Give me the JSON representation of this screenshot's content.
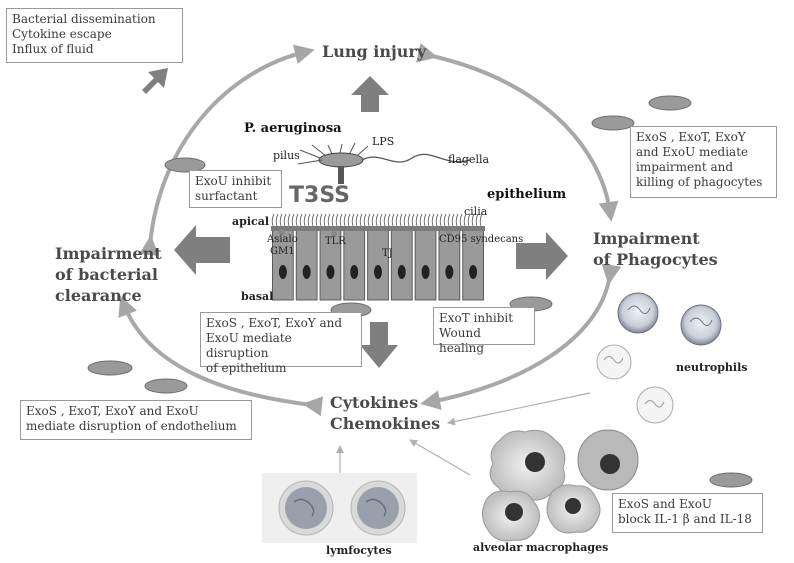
{
  "title_nodes": {
    "lung_injury": "Lung injury",
    "bacterial_clearance": [
      "Impairment",
      "of bacterial",
      "clearance"
    ],
    "phagocytes": [
      "Impairment",
      "of Phagocytes"
    ],
    "cytokines": [
      "Cytokines",
      "Chemokines"
    ]
  },
  "boxes": {
    "dissemination": [
      "Bacterial dissemination",
      "Cytokine escape",
      "Influx of fluid"
    ],
    "exou_surfactant": [
      "ExoU inhibit",
      "surfactant"
    ],
    "phagocyte_killing": [
      "ExoS , ExoT, ExoY",
      "and ExoU mediate",
      "impairment and",
      "killing of phagocytes"
    ],
    "epithelium_disruption": [
      "ExoS , ExoT, ExoY and",
      "ExoU mediate disruption",
      "of epithelium"
    ],
    "wound_healing": [
      "ExoT inhibit",
      "Wound healing"
    ],
    "endothelium": [
      "ExoS , ExoT, ExoY and ExoU",
      "mediate disruption of  endothelium"
    ],
    "il_block": [
      "ExoS  and ExoU",
      "block IL-1 β and IL-18"
    ]
  },
  "bacterium": {
    "species": "P. aeruginosa",
    "lps": "LPS",
    "pilus": "pilus",
    "flagella": "flagella",
    "t3ss": "T3SS"
  },
  "epithelium": {
    "title": "epithelium",
    "cilia": "cilia",
    "apical": "apical",
    "basal": "basal",
    "asialo": "Asialo",
    "gm1": "GM1",
    "tlr": "TLR",
    "tj": "TJ",
    "cd95": "CD95 syndecans"
  },
  "cells": {
    "neutrophils": "neutrophils",
    "macrophages": "alveolar macrophages",
    "lymphocytes": "lymfocytes"
  }
}
